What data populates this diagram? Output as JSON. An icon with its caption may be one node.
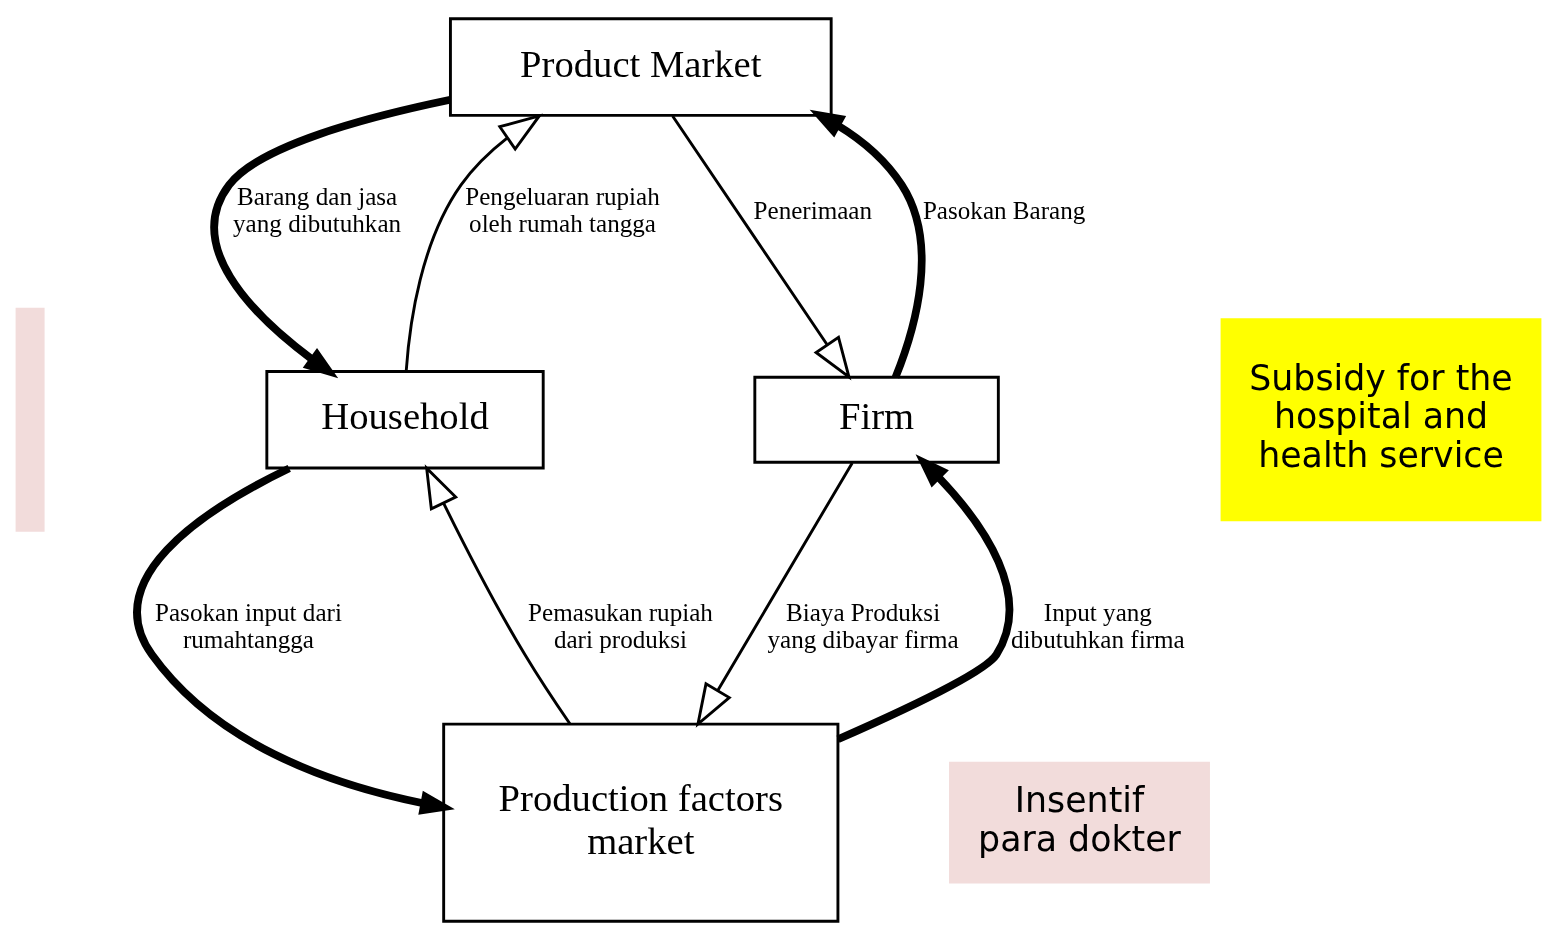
{
  "diagram": {
    "nodes": [
      {
        "text": [
          "Product Market"
        ]
      },
      {
        "text": [
          "Household"
        ]
      },
      {
        "text": [
          "Firm"
        ]
      },
      {
        "text": [
          "Production factors market"
        ]
      },
      {
        "text": [
          "Subsidy for the hospital and health service"
        ]
      },
      {
        "text": [
          "Insentif para dokter"
        ]
      },
      {
        "text": [],
        "shape": "box"
      }
    ],
    "edges": [
      {
        "from": 1,
        "to": 0,
        "arrow": "to",
        "label": "Pengeluaran rupiah oleh rumah tangga"
      },
      {
        "from": 0,
        "to": 2,
        "arrow": "to",
        "label": "Penerimaan"
      },
      {
        "from": 0,
        "to": 1,
        "arrow": "to",
        "label": "Barang dan jasa yang dibutuhkan",
        "style": "thick"
      },
      {
        "from": 2,
        "to": 0,
        "arrow": "to",
        "label": "Pasokan Barang",
        "style": "thick"
      },
      {
        "from": 1,
        "to": 3,
        "arrow": "to",
        "label": "Pasokan input dari rumahtangga",
        "style": "thick"
      },
      {
        "from": 3,
        "to": 2,
        "arrow": "to",
        "label": "Input yang dibutuhkan firma",
        "style": "thick"
      },
      {
        "from": 2,
        "to": 3,
        "arrow": "to",
        "label": "Biaya Produksi yang dibayar firma"
      },
      {
        "from": 3,
        "to": 1,
        "arrow": "to",
        "label": "Pemasukan rupiah dari produksi"
      }
    ]
  }
}
